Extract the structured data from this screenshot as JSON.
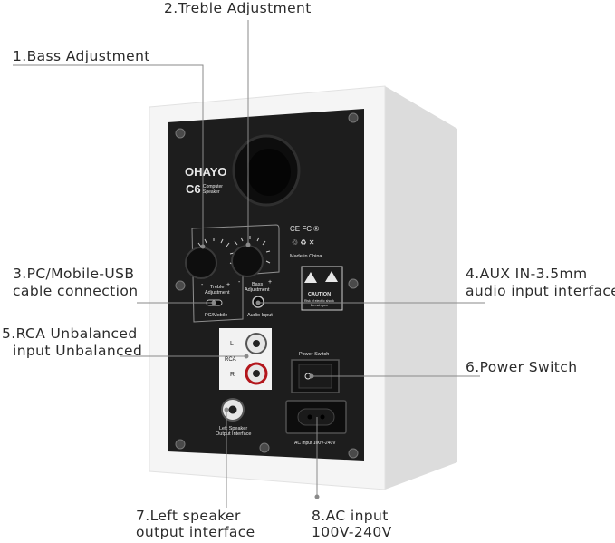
{
  "callouts": {
    "bass": "1.Bass Adjustment",
    "treble": "2.Treble Adjustment",
    "usb_line1": "3.PC/Mobile-USB",
    "usb_line2": "cable connection",
    "aux_line1": "4.AUX IN-3.5mm",
    "aux_line2": "audio input interface",
    "rca_line1": "5.RCA Unbalanced",
    "rca_line2": "input Unbalanced",
    "power": "6.Power Switch",
    "left_line1": "7.Left speaker",
    "left_line2": "output interface",
    "ac_line1": "8.AC input",
    "ac_line2": "100V-240V"
  },
  "panel": {
    "brand": "OHAYO",
    "model": "C6",
    "model_sub1": "Computer",
    "model_sub2": "Speaker",
    "treble_label1": "Treble",
    "treble_label2": "Adjustment",
    "bass_label1": "Bass",
    "bass_label2": "Adjustment",
    "pc_label": "PC/Mobile",
    "audio_label": "Audio Input",
    "made_in": "Made in China",
    "caution": "CAUTION",
    "caution_sub1": "Risk of electric shock",
    "caution_sub2": "Do not open",
    "rca_l": "L",
    "rca_mid": "RCA",
    "rca_r": "R",
    "power_label": "Power Switch",
    "left_spk1": "Left Speaker",
    "left_spk2": "Output Interface",
    "ac_label": "AC Input 100V-240V",
    "minus": "-",
    "plus": "+"
  },
  "colors": {
    "cabinet": "#f4f4f4",
    "panel": "#1c1c1c",
    "leader": "#8a8a8a",
    "rca_red": "#b3161c"
  }
}
